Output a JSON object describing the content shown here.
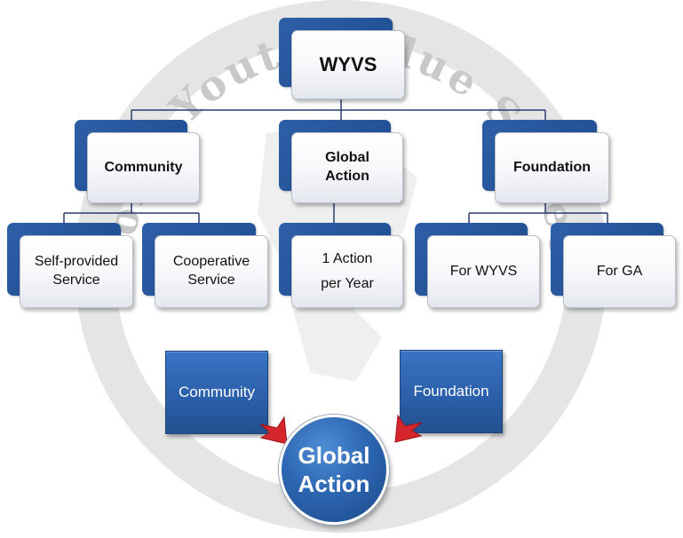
{
  "root": {
    "label": "WYVS"
  },
  "level1": [
    {
      "label": "Community"
    },
    {
      "label": "Global\nAction"
    },
    {
      "label": "Foundation"
    }
  ],
  "level2": [
    {
      "label": "Self-provided\nService"
    },
    {
      "label": "Cooperative\nService"
    },
    {
      "label": "1 Action\nper Year"
    },
    {
      "label": "For WYVS"
    },
    {
      "label": "For GA"
    }
  ],
  "bottom": {
    "left_box": "Community",
    "right_box": "Foundation",
    "circle": "Global\nAction"
  },
  "watermark": {
    "arc_text": "World Youth Value Society",
    "visible_text": "Yout   alue"
  },
  "colors": {
    "box_blue": "#2d5fa8",
    "arrow_red": "#d4262c",
    "connector": "#2a3d6e",
    "watermark_gray": "#c9c9c9"
  }
}
